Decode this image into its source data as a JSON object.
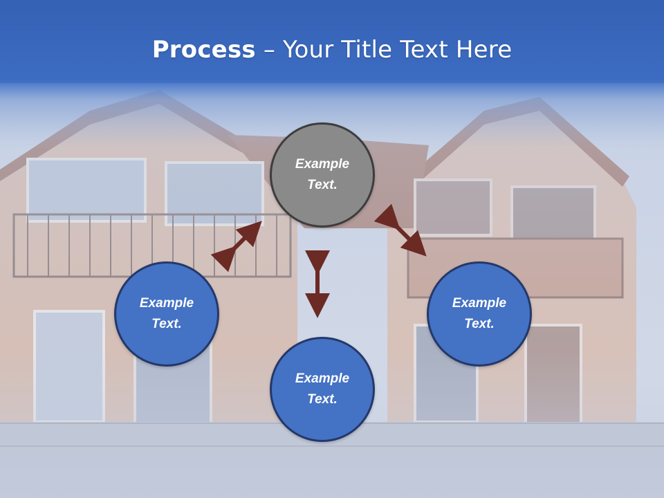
{
  "slide": {
    "title_bold": "Process",
    "title_rest": " – Your Title Text Here"
  },
  "nodes": {
    "top": "Example\nText.",
    "left": "Example\nText.",
    "right": "Example\nText.",
    "bottom": "Example\nText."
  },
  "colors": {
    "header_blue": "#3d6fc6",
    "node_blue": "#4472c4",
    "node_gray": "#8a8a8a",
    "arrow": "#6b2a24"
  }
}
